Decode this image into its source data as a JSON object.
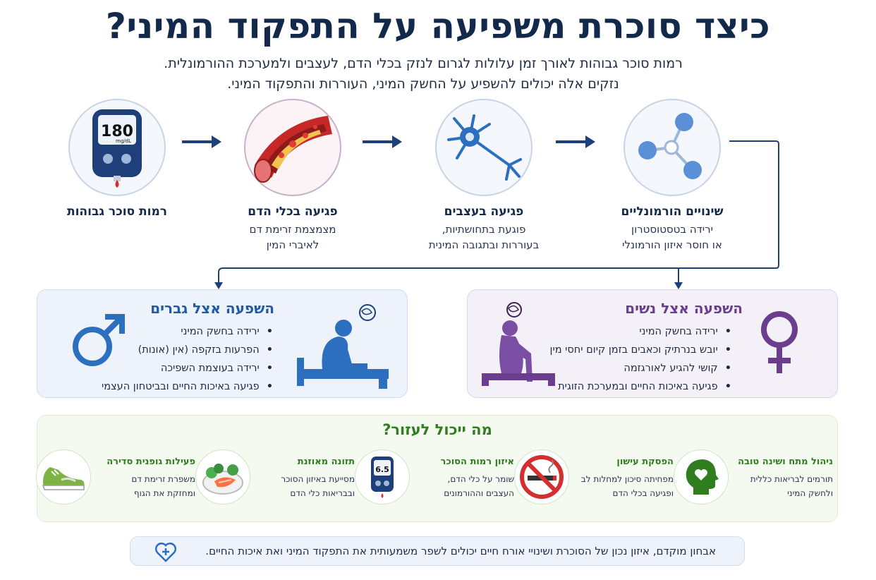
{
  "title": "כיצד סוכרת משפיעה על התפקוד המיני?",
  "subtitle_lines": [
    "רמות סוכר גבוהות לאורך זמן עלולות לגרום לנזק בכלי הדם, לעצבים ולמערכת ההורמונלית.",
    "נזקים אלה יכולים להשפיע על החשק המיני, העוררות והתפקוד המיני."
  ],
  "steps": [
    {
      "icon": "glucometer-icon",
      "reading": "180",
      "unit": "mg/dL",
      "title": "רמות סוכר גבוהות",
      "lines": []
    },
    {
      "icon": "blood-vessel-icon",
      "title": "פגיעה בכלי הדם",
      "lines": [
        "מצמצמת זרימת דם",
        "לאיברי המין"
      ]
    },
    {
      "icon": "neuron-icon",
      "title": "פגיעה בעצבים",
      "lines": [
        "פוגעת בתחושתיות,",
        "בעוררות ובתגובה המינית"
      ]
    },
    {
      "icon": "molecule-icon",
      "title": "שינויים הורמונליים",
      "lines": [
        "ירידה בטסטוסטרון",
        "או חוסר איזון הורמונלי"
      ]
    }
  ],
  "men": {
    "title": "השפעה אצל גברים",
    "items": [
      "ירידה בחשק המיני",
      "הפרעות בזקפה (אין (אונות)",
      "ירידה בעוצמת השפיכה",
      "פגיעה באיכות החיים ובביטחון העצמי"
    ],
    "color": "#1e5aa8"
  },
  "women": {
    "title": "השפעה אצל נשים",
    "items": [
      "ירידה בחשק המיני",
      "יובש בנרתיק וכאבים בזמן קיום יחסי מין",
      "קושי להגיע לאורגזמה",
      "פגיעה באיכות החיים ובמערכת הזוגית"
    ],
    "color": "#6b3d8f"
  },
  "help": {
    "title": "מה ייכול לעזור?",
    "tips": [
      {
        "icon": "head-heart-icon",
        "title": "ניהול מתח ושינה טובה",
        "lines": [
          "תורמים לבריאות כללית",
          "ולחשק המיני"
        ]
      },
      {
        "icon": "no-smoking-icon",
        "title": "הפסקת עישון",
        "lines": [
          "מפחיתה סיכון למחלות לב",
          "ופגיעה בכלי הדם"
        ]
      },
      {
        "icon": "glucometer-icon",
        "reading": "6.5",
        "title": "איזון רמות הסוכר",
        "lines": [
          "שומר על כלי הדם,",
          "העצבים וההורמונים"
        ]
      },
      {
        "icon": "healthy-food-icon",
        "title": "תזונה מאוזנת",
        "lines": [
          "מסייעת באיזון הסוכר",
          "ובבריאות כלי הדם"
        ]
      },
      {
        "icon": "sneaker-icon",
        "title": "פעילות גופנית סדירה",
        "lines": [
          "משפרת זרימת דם",
          "ומחזקת את הגוף"
        ]
      }
    ]
  },
  "footer": "אבחון מוקדם, איזון נכון של הסוכרת ושינויי אורח חיים יכולים לשפר משמעותית את התפקוד המיני ואת איכות החיים.",
  "colors": {
    "navy": "#13294b",
    "blue": "#1e5aa8",
    "purple": "#6b3d8f",
    "green": "#2f7d1f"
  }
}
